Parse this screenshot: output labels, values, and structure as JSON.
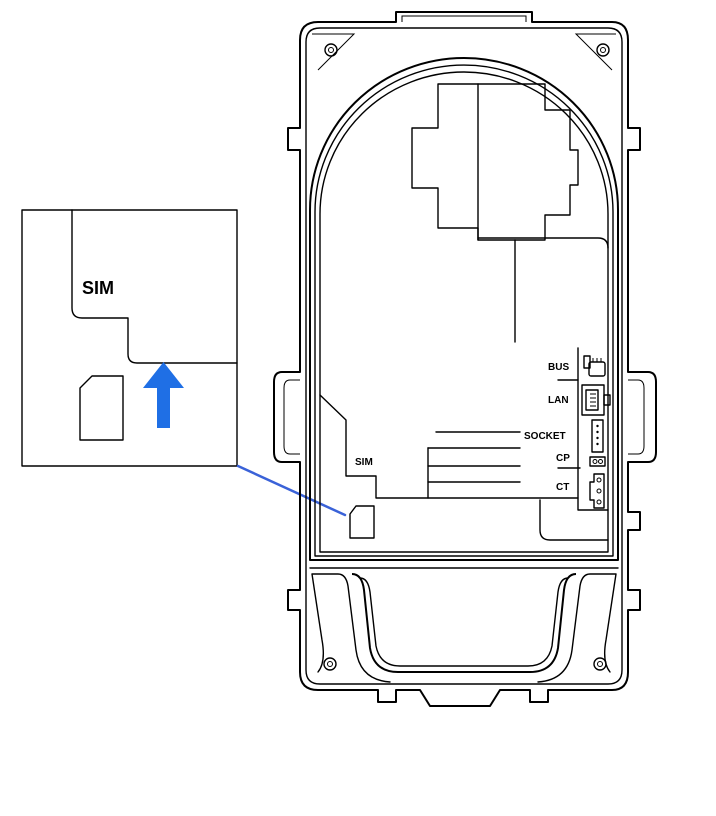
{
  "labels": {
    "inset_sim": "SIM",
    "board_sim": "SIM",
    "bus": "BUS",
    "lan": "LAN",
    "socket": "SOCKET",
    "cp": "CP",
    "ct": "CT"
  },
  "colors": {
    "line": "#000000",
    "arrow": "#1f6fe5",
    "leader": "#3a62d8",
    "background": "#ffffff"
  }
}
